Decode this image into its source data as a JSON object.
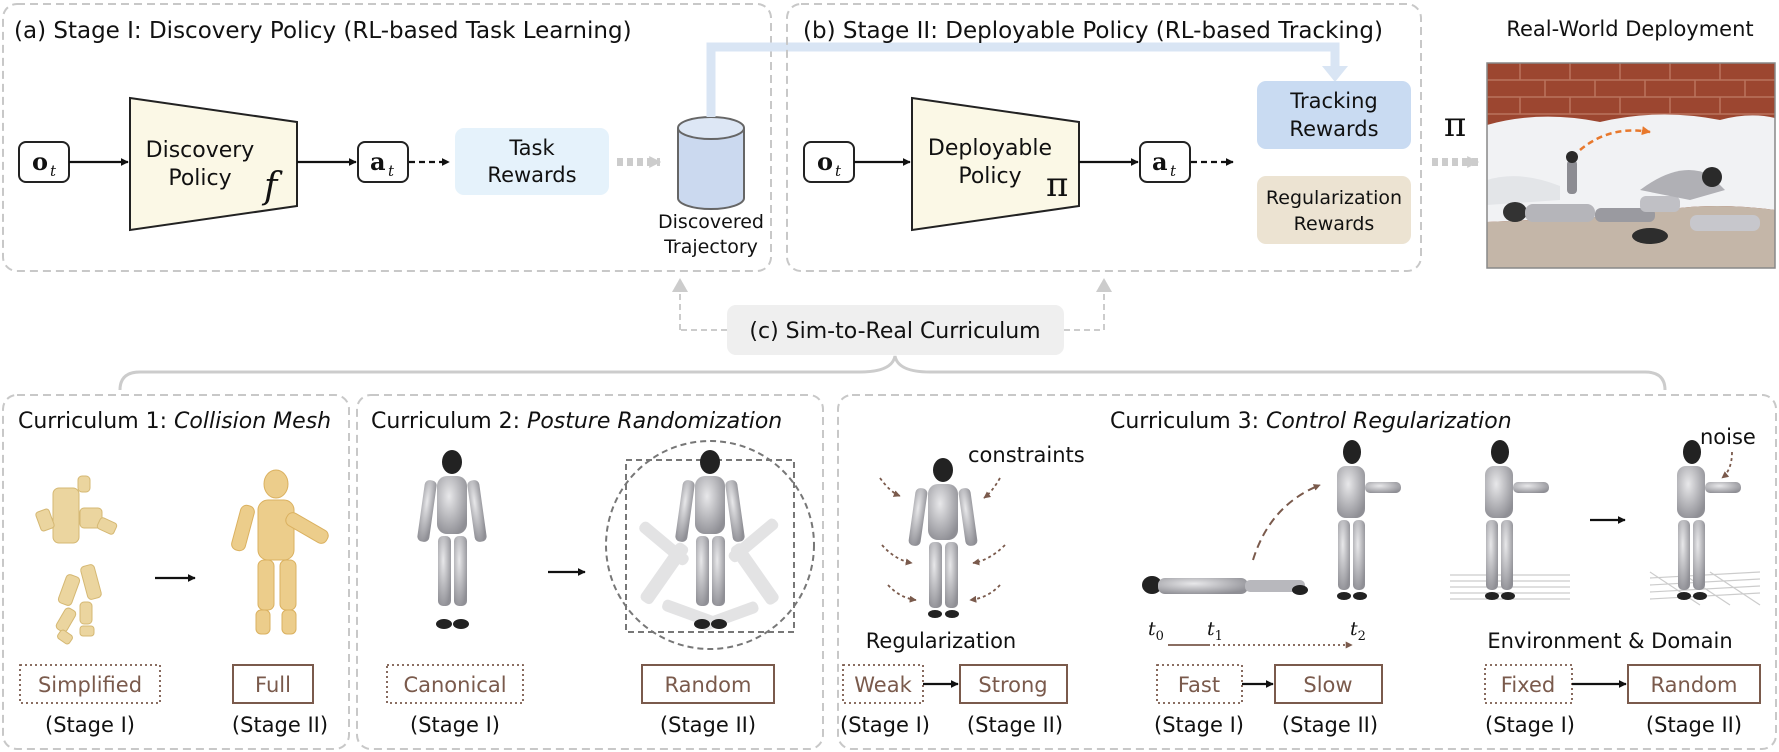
{
  "stage1": {
    "title": "(a) Stage I: Discovery Policy (RL-based Task Learning)",
    "input": "o",
    "input_sub": "t",
    "policy": [
      "Discovery",
      "Policy"
    ],
    "policy_symbol": "f",
    "action": "a",
    "action_sub": "t",
    "rewards": [
      "Task",
      "Rewards"
    ],
    "store": [
      "Discovered",
      "Trajectory"
    ]
  },
  "stage2": {
    "title": "(b) Stage II: Deployable Policy (RL-based Tracking)",
    "input": "o",
    "input_sub": "t",
    "policy": [
      "Deployable",
      "Policy"
    ],
    "policy_symbol": "π",
    "action": "a",
    "action_sub": "t",
    "tracking": [
      "Tracking",
      "Rewards"
    ],
    "regularization": [
      "Regularization",
      "Rewards"
    ]
  },
  "deployment": {
    "title": "Real-World Deployment",
    "symbol": "π"
  },
  "sim2real": {
    "label": "(c) Sim-to-Real Curriculum"
  },
  "curricula": [
    {
      "title_prefix": "Curriculum 1: ",
      "title_em": "Collision Mesh",
      "transitions": [
        {
          "from": "Simplified",
          "to": "Full",
          "from_stage": "(Stage I)",
          "to_stage": "(Stage II)"
        }
      ]
    },
    {
      "title_prefix": "Curriculum 2: ",
      "title_em": "Posture Randomization",
      "transitions": [
        {
          "from": "Canonical",
          "to": "Random",
          "from_stage": "(Stage I)",
          "to_stage": "(Stage II)"
        }
      ]
    },
    {
      "title_prefix": "Curriculum 3: ",
      "title_em": "Control Regularization",
      "annotations": {
        "constraints": "constraints",
        "regularization": "Regularization",
        "noise": "noise",
        "environment": "Environment & Domain",
        "t0": "t",
        "t0_sub": "0",
        "t1": "t",
        "t1_sub": "1",
        "t2": "t",
        "t2_sub": "2"
      },
      "transitions": [
        {
          "from": "Weak",
          "to": "Strong",
          "from_stage": "(Stage I)",
          "to_stage": "(Stage II)"
        },
        {
          "from": "Fast",
          "to": "Slow",
          "from_stage": "(Stage I)",
          "to_stage": "(Stage II)"
        },
        {
          "from": "Fixed",
          "to": "Random",
          "from_stage": "(Stage I)",
          "to_stage": "(Stage II)"
        }
      ]
    }
  ],
  "colors": {
    "panel_border": "#c8c8c8",
    "policy_fill": "#fbf8e6",
    "task_reward": "#e5f2fb",
    "tracking_reward": "#c9dbf2",
    "regularization_reward": "#ece3d2",
    "database": "#cbd9ef",
    "label_brown": "#7a5a4c",
    "sim2real_fill": "#efefef",
    "flow_arrow": "#d9e5f4",
    "robot_gray": "#a9a9ad",
    "mesh_yellow": "#ebc87f"
  }
}
